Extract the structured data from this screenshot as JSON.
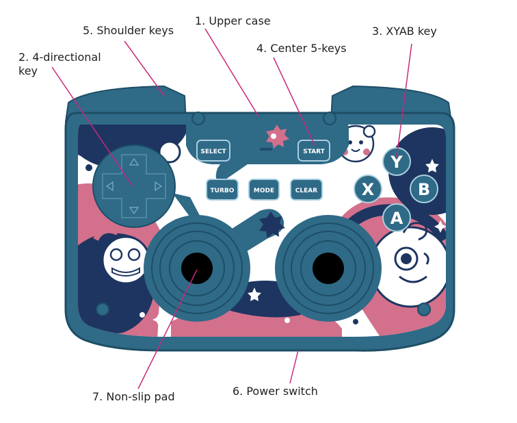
{
  "callouts": {
    "upper_case": "1. Upper case",
    "four_directional": "2. 4-directional\nkey",
    "xyab": "3. XYAB key",
    "center_keys": "4. Center 5-keys",
    "shoulder": "5. Shoulder keys",
    "power": "6. Power switch",
    "nonslip": "7. Non-slip pad"
  },
  "buttons": {
    "select": "SELECT",
    "start": "START",
    "turbo": "TURBO",
    "mode": "MODE",
    "clear": "CLEAR",
    "y": "Y",
    "x": "X",
    "b": "B",
    "a": "A"
  },
  "colors": {
    "shell": "#2f6a87",
    "shell_dark": "#1e4e66",
    "navy": "#1d3560",
    "pink": "#d3708c",
    "leader": "#c8297a",
    "white": "#ffffff"
  }
}
